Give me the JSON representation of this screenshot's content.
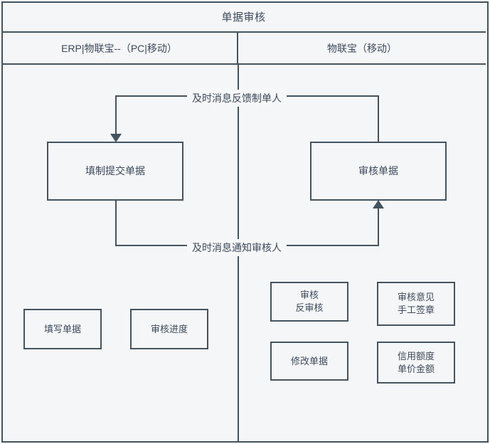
{
  "diagram": {
    "title": "单据审核",
    "lanes": [
      {
        "id": "left",
        "header": "ERP|物联宝--（PC|移动）"
      },
      {
        "id": "right",
        "header": "物联宝（移动）"
      }
    ],
    "nodes": {
      "fill_document": "填制提交单据",
      "review_document": "审核单据",
      "write_document": "填写单据",
      "audit_progress": "审核进度",
      "audit_unaudit": "审核\n反审核",
      "opinion_signature": "审核意见\n手工签章",
      "modify_document": "修改单据",
      "credit_amount": "信用额度\n单价金额"
    },
    "edges": {
      "feedback_label": "及时消息反馈制单人",
      "notify_label": "及时消息通知审核人"
    },
    "colors": {
      "background": "#f4f6f8",
      "border": "#45535e",
      "text": "#3d4a5c",
      "label_background": "#f6f7f9"
    }
  }
}
